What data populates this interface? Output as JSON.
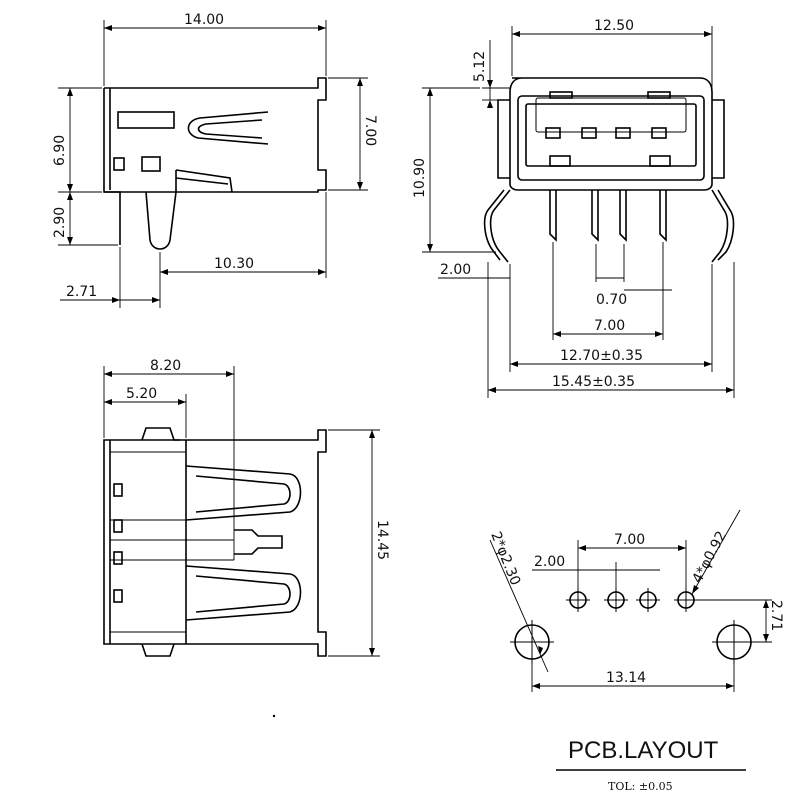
{
  "dimensions": {
    "side_width": "14.00",
    "side_height_total": "7.00",
    "side_body_height": "6.90",
    "side_pin_length": "2.90",
    "side_pin_offset": "2.71",
    "side_depth": "10.30",
    "front_width": "12.50",
    "front_top_offset": "5.12",
    "front_height": "10.90",
    "front_shell_pin": "2.00",
    "front_pin_pitch": "0.70",
    "front_pin_span": "7.00",
    "front_shell_span": "12.70±0.35",
    "front_overall_span": "15.45±0.35",
    "top_width_a": "8.20",
    "top_width_b": "5.20",
    "top_height": "14.45",
    "pcb_pin_span": "7.00",
    "pcb_pin_pitch": "2.00",
    "pcb_small_holes": "4*φ0.92",
    "pcb_large_holes": "2*φ2.30",
    "pcb_offset": "2.71",
    "pcb_hole_span": "13.14"
  },
  "footer": {
    "title": "PCB.LAYOUT",
    "tolerance": "TOL: ±0.05"
  }
}
